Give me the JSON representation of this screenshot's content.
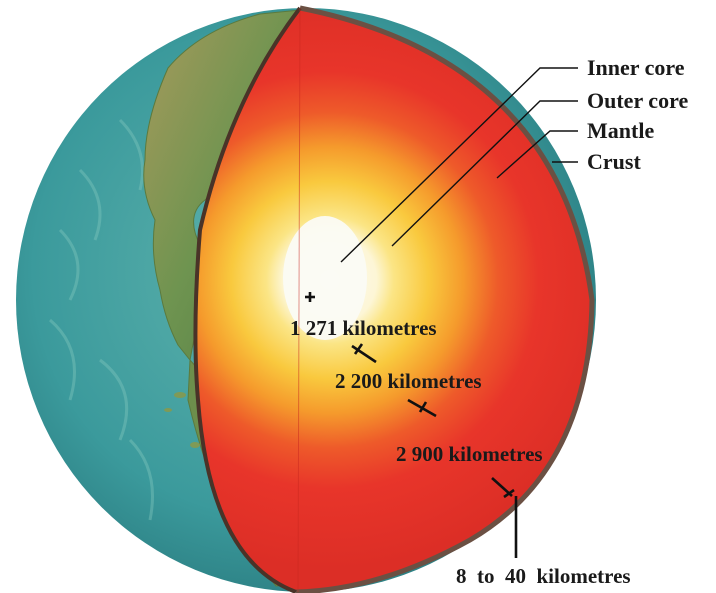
{
  "layers": [
    {
      "id": "inner",
      "label": "Inner core"
    },
    {
      "id": "outer",
      "label": "Outer core"
    },
    {
      "id": "mantle",
      "label": "Mantle"
    },
    {
      "id": "crust",
      "label": "Crust"
    }
  ],
  "distances": [
    {
      "id": "d1",
      "label": "1 271 kilometres"
    },
    {
      "id": "d2",
      "label": "2 200 kilometres"
    },
    {
      "id": "d3",
      "label": "2 900 kilometres"
    },
    {
      "id": "d4",
      "label": "8  to  40  kilometres"
    }
  ],
  "colors": {
    "ocean": "#3b9a9c",
    "ocean_dark": "#2a7c80",
    "land": "#7a9a52",
    "land_dry": "#b8a66a",
    "mantle": "#e8352a",
    "outer_core": "#f7d650",
    "inner_core": "#fbfbf4",
    "crust": "#6b5043"
  }
}
